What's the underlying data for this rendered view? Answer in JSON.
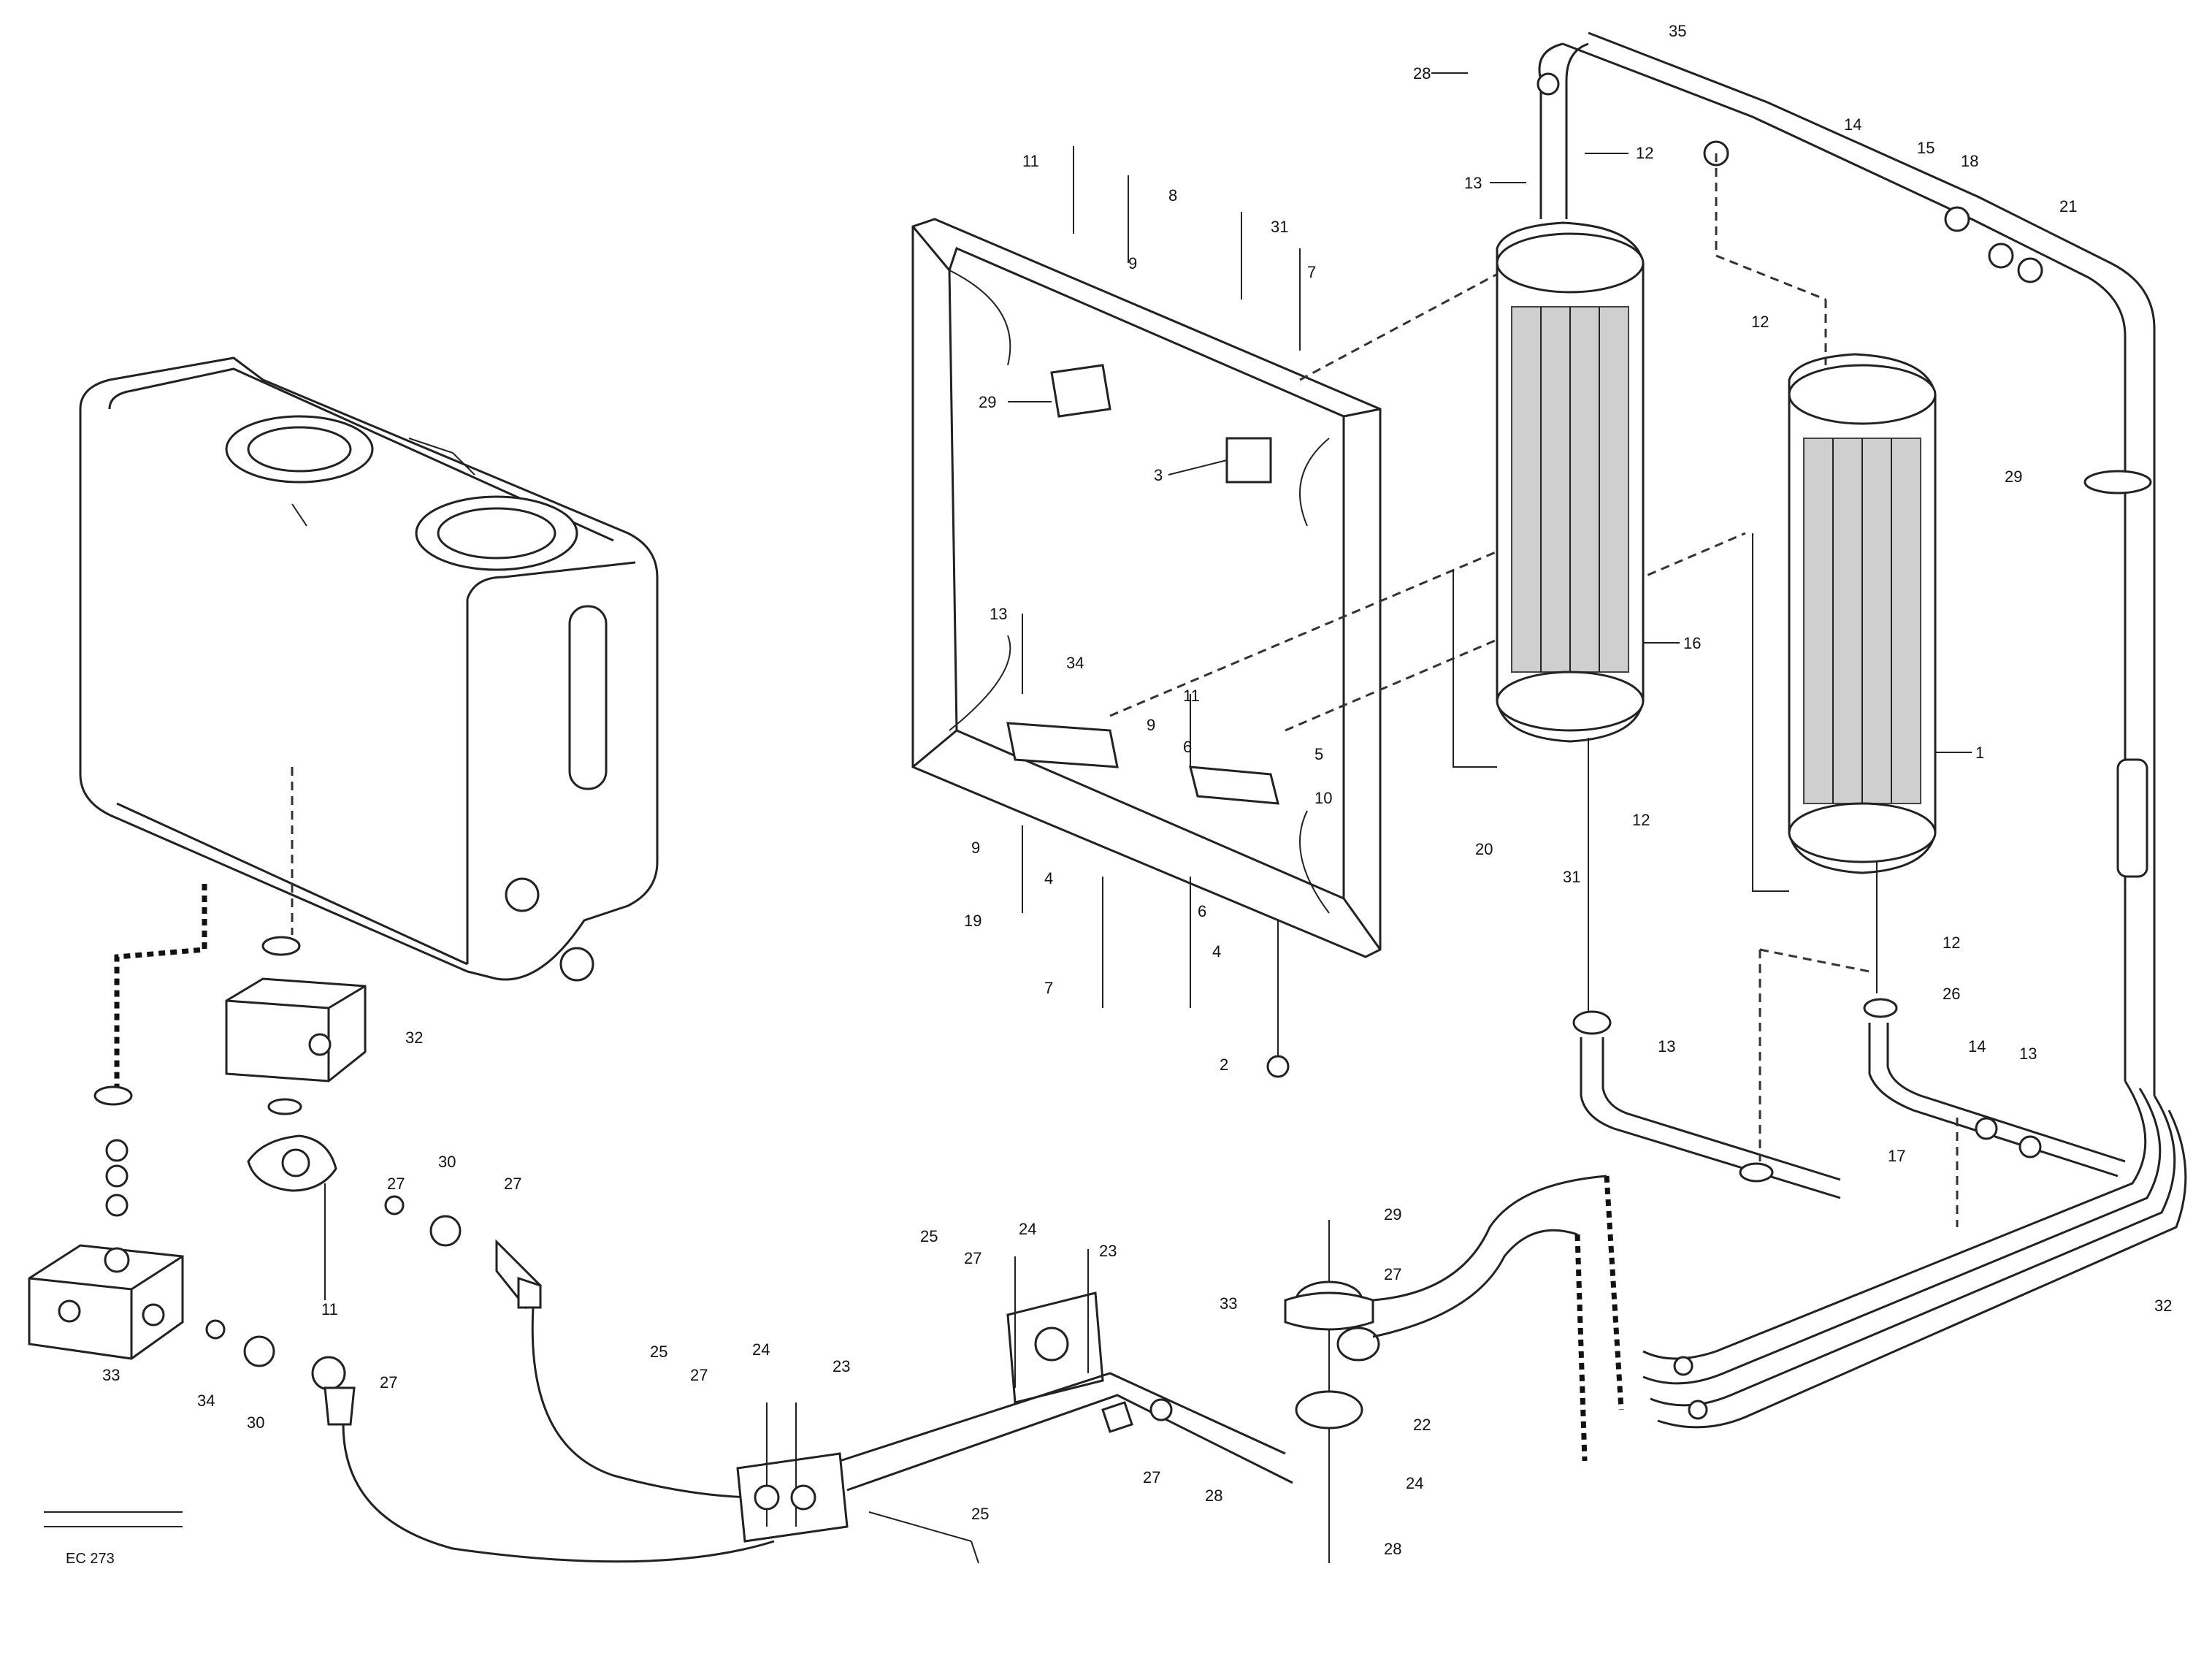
{
  "diagram": {
    "type": "exploded parts diagram",
    "reference_code": "EC 273",
    "part_numbers": [
      "1",
      "2",
      "3",
      "4",
      "5",
      "6",
      "7",
      "8",
      "9",
      "10",
      "11",
      "12",
      "13",
      "14",
      "15",
      "16",
      "17",
      "18",
      "19",
      "20",
      "21",
      "22",
      "23",
      "24",
      "25",
      "26",
      "27",
      "28",
      "29",
      "30",
      "31",
      "32",
      "33",
      "34",
      "35"
    ],
    "callouts": [
      {
        "n": "1"
      },
      {
        "n": "2"
      },
      {
        "n": "3"
      },
      {
        "n": "4"
      },
      {
        "n": "5"
      },
      {
        "n": "6"
      },
      {
        "n": "7"
      },
      {
        "n": "8"
      },
      {
        "n": "9"
      },
      {
        "n": "10"
      },
      {
        "n": "11"
      },
      {
        "n": "12"
      },
      {
        "n": "13"
      },
      {
        "n": "14"
      },
      {
        "n": "15"
      },
      {
        "n": "16"
      },
      {
        "n": "17"
      },
      {
        "n": "18"
      },
      {
        "n": "19"
      },
      {
        "n": "20"
      },
      {
        "n": "21"
      },
      {
        "n": "22"
      },
      {
        "n": "23"
      },
      {
        "n": "24"
      },
      {
        "n": "25"
      },
      {
        "n": "26"
      },
      {
        "n": "27"
      },
      {
        "n": "28"
      },
      {
        "n": "29"
      },
      {
        "n": "30"
      },
      {
        "n": "31"
      },
      {
        "n": "32"
      },
      {
        "n": "33"
      },
      {
        "n": "34"
      },
      {
        "n": "35"
      }
    ]
  }
}
